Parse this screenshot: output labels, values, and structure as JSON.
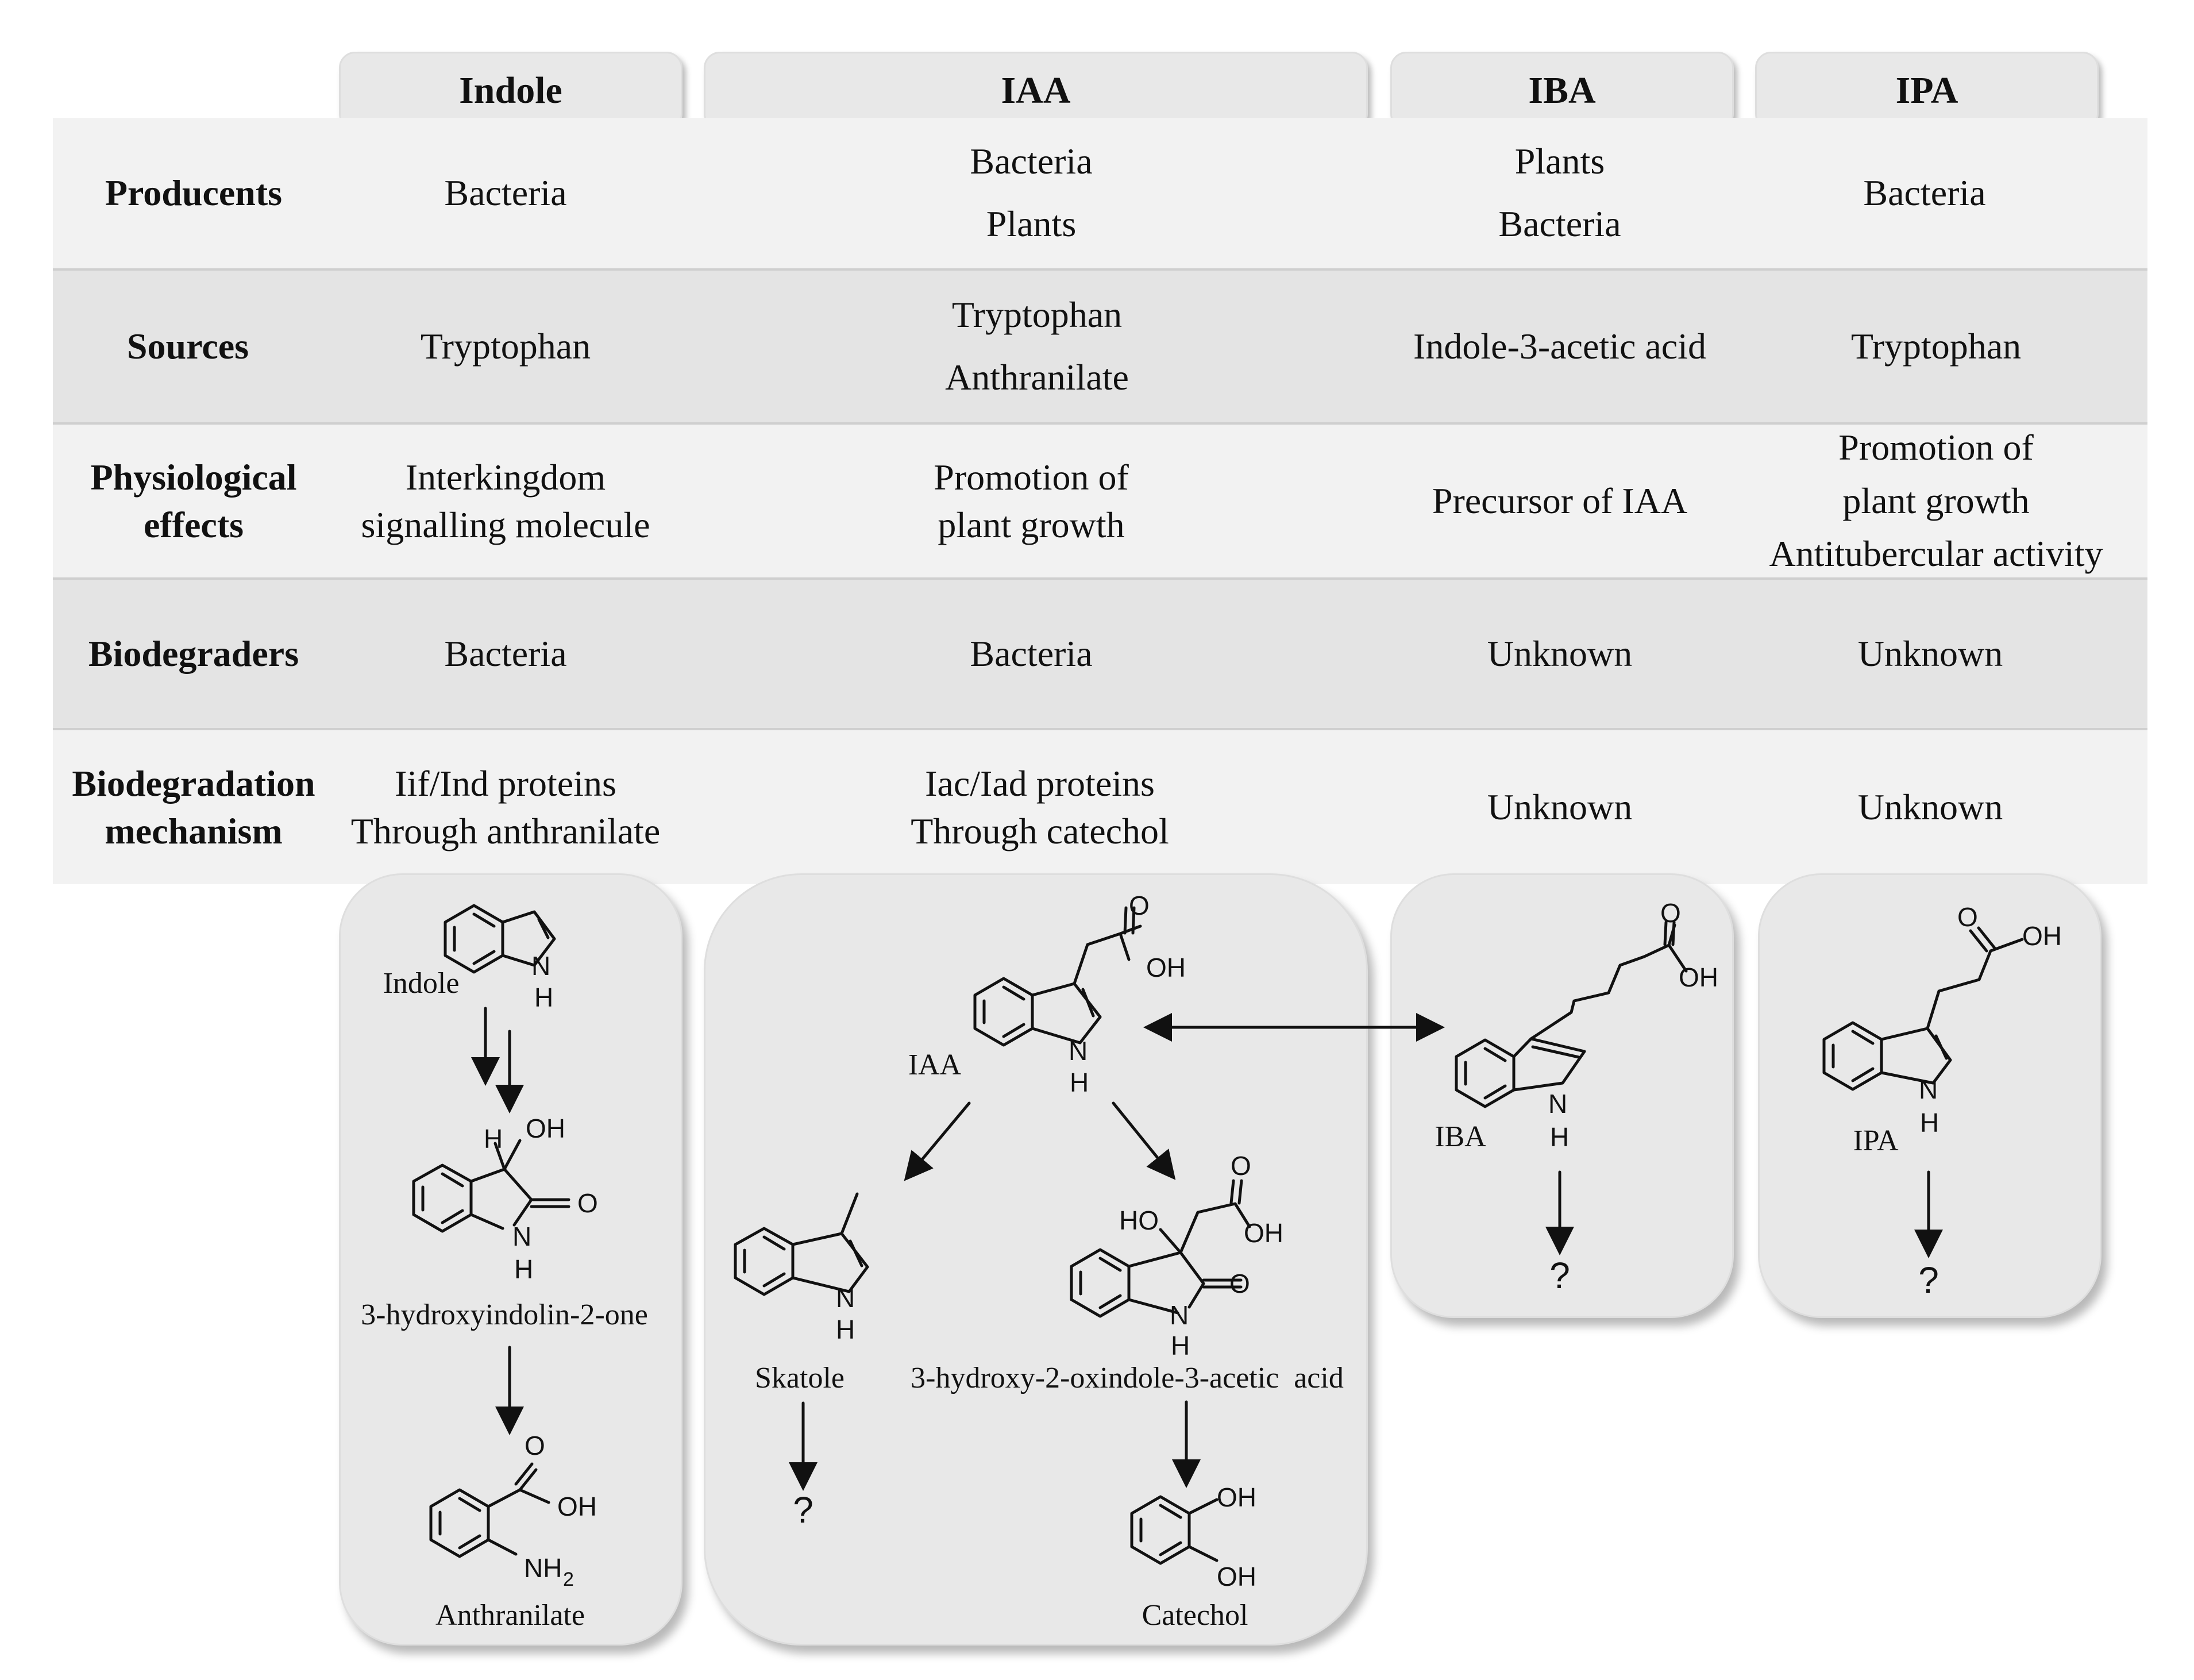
{
  "columns": [
    "Indole",
    "IAA",
    "IBA",
    "IPA"
  ],
  "rows": [
    {
      "header": [
        "Producents"
      ],
      "cells": [
        [
          "Bacteria"
        ],
        [
          "Bacteria",
          "Plants"
        ],
        [
          "Plants",
          "Bacteria"
        ],
        [
          "Bacteria"
        ]
      ]
    },
    {
      "header": [
        "Sources"
      ],
      "cells": [
        [
          "Tryptophan"
        ],
        [
          "Tryptophan",
          "Anthranilate"
        ],
        [
          "Indole-3-acetic acid"
        ],
        [
          "Tryptophan"
        ]
      ]
    },
    {
      "header": [
        "Physiological",
        "effects"
      ],
      "cells": [
        [
          "Interkingdom",
          "signalling molecule"
        ],
        [
          "Promotion of",
          "plant growth"
        ],
        [
          "Precursor of IAA"
        ],
        [
          "Promotion of",
          "plant growth",
          "Antitubercular activity"
        ]
      ]
    },
    {
      "header": [
        "Biodegraders"
      ],
      "cells": [
        [
          "Bacteria"
        ],
        [
          "Bacteria"
        ],
        [
          "Unknown"
        ],
        [
          "Unknown"
        ]
      ]
    },
    {
      "header": [
        "Biodegradation",
        "mechanism"
      ],
      "cells": [
        [
          "Iif/Ind proteins",
          "Through anthranilate"
        ],
        [
          "Iac/Iad proteins",
          "Through catechol"
        ],
        [
          "Unknown"
        ],
        [
          "Unknown"
        ]
      ]
    }
  ],
  "pathways": {
    "indole": {
      "start": "Indole",
      "intermediate": "3-hydroxyindolin-2-one",
      "product": "Anthranilate"
    },
    "iaa": {
      "start": "IAA",
      "product_left": "Skatole",
      "product_right": "3-hydroxy-2-oxindole-3-acetic  acid",
      "final": "Catechol"
    },
    "iba": {
      "start": "IBA"
    },
    "ipa": {
      "start": "IPA"
    },
    "unknown_symbol": "?"
  },
  "atoms": {
    "N": "N",
    "H": "H",
    "O": "O",
    "OH": "OH",
    "HO": "HO",
    "NH2": "NH",
    "sub2": "2"
  }
}
